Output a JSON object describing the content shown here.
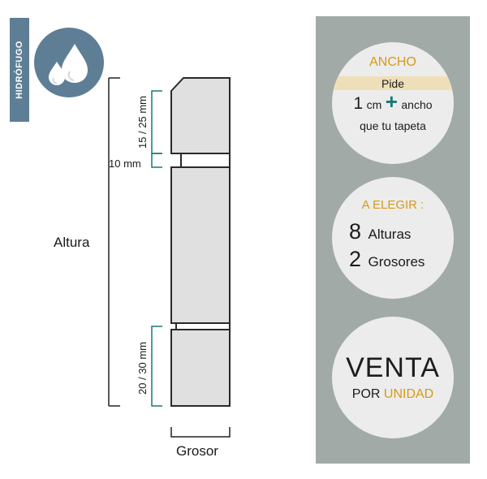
{
  "badge": {
    "label": "HIDRÓFUGO",
    "icon": "water-drops-icon"
  },
  "diagram": {
    "height_label": "Altura",
    "thickness_label": "Grosor",
    "top_dim": "15 / 25 mm",
    "gap_dim": "10 mm",
    "bottom_dim": "20 / 30 mm"
  },
  "ancho": {
    "title": "ANCHO",
    "pide": "Pide",
    "number": "1",
    "unit": "cm",
    "plus": "+",
    "rest1": "ancho",
    "rest2": "que tu tapeta"
  },
  "elegir": {
    "title": "A ELEGIR :",
    "alturas_num": "8",
    "alturas_label": "Alturas",
    "grosores_num": "2",
    "grosores_label": "Grosores"
  },
  "venta": {
    "title": "VENTA",
    "por": "POR",
    "unidad": "UNIDAD"
  },
  "colors": {
    "badge": "#5e7e96",
    "teal": "#17787a",
    "gold": "#d69a17",
    "panel": "#a2aaa7",
    "circle": "#ececec",
    "profile": "#e0e0e0"
  }
}
